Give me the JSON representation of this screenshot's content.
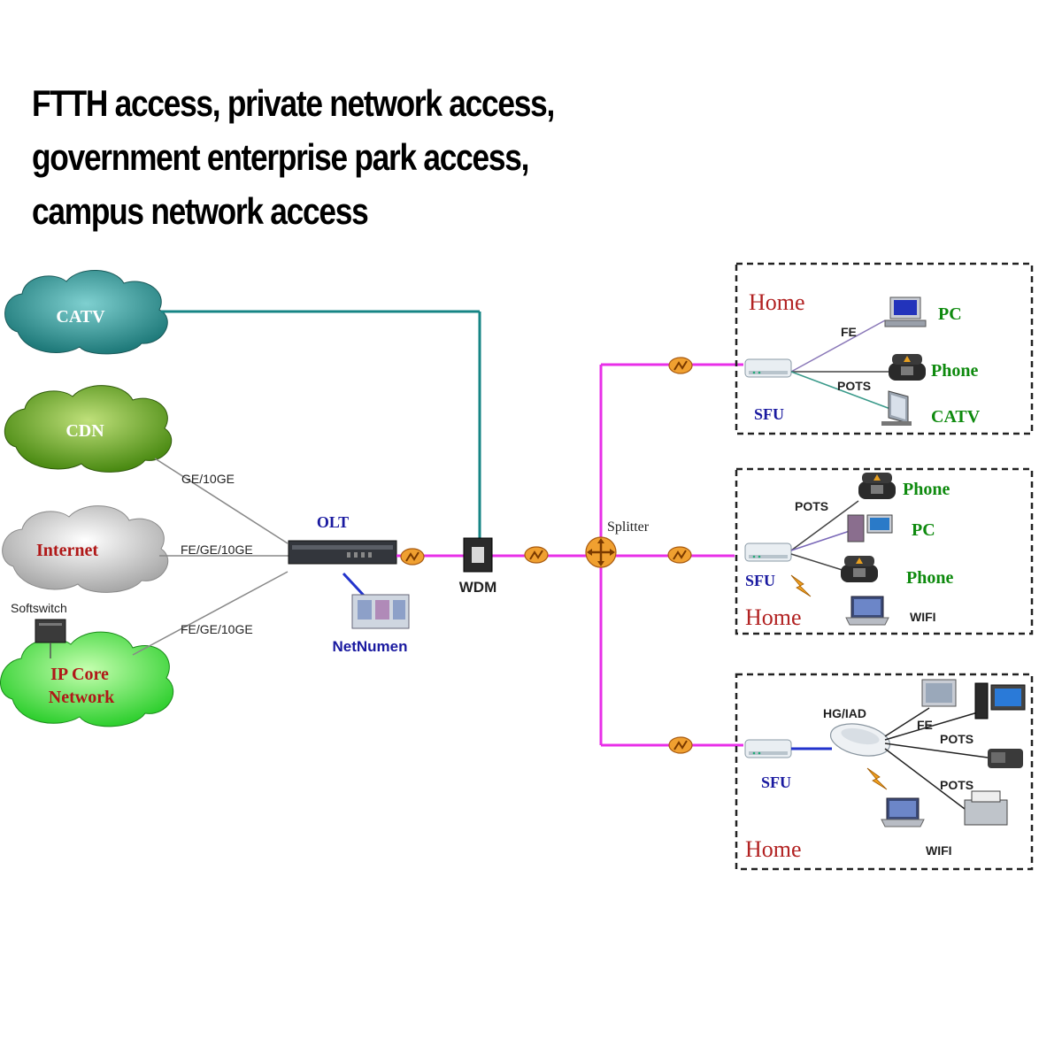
{
  "title": {
    "line1": "FTTH access, private network access,",
    "line2": "government enterprise park access,",
    "line3": "campus network access"
  },
  "clouds": {
    "catv": "CATV",
    "cdn": "CDN",
    "internet": "Internet",
    "ip_core_line1": "IP Core",
    "ip_core_line2": "Network"
  },
  "softswitch": "Softswitch",
  "links": {
    "cdn_olt": "GE/10GE",
    "internet_olt": "FE/GE/10GE",
    "ipcore_olt": "FE/GE/10GE"
  },
  "olt": "OLT",
  "netnumen": "NetNumen",
  "wdm": "WDM",
  "splitter": "Splitter",
  "home1": {
    "home": "Home",
    "sfu": "SFU",
    "fe": "FE",
    "pots": "POTS",
    "pc": "PC",
    "phone": "Phone",
    "catv": "CATV"
  },
  "home2": {
    "home": "Home",
    "sfu": "SFU",
    "pots": "POTS",
    "phone1": "Phone",
    "pc": "PC",
    "phone2": "Phone",
    "wifi": "WIFI"
  },
  "home3": {
    "home": "Home",
    "sfu": "SFU",
    "hgiad": "HG/IAD",
    "fe": "FE",
    "pots1": "POTS",
    "pots2": "POTS",
    "wifi": "WIFI"
  },
  "colors": {
    "catv_cloud": "#2a8a8a",
    "cdn_cloud": "#5e9a1e",
    "internet_cloud": "#c9c9c9",
    "ipcore_cloud": "#3fcf3f",
    "catv_link": "#168585",
    "fiber": "#e82fe8",
    "blue_link": "#2233cc",
    "home_red": "#b22222",
    "device_green": "#0e8a0e",
    "device_blue": "#1a1aa0"
  }
}
